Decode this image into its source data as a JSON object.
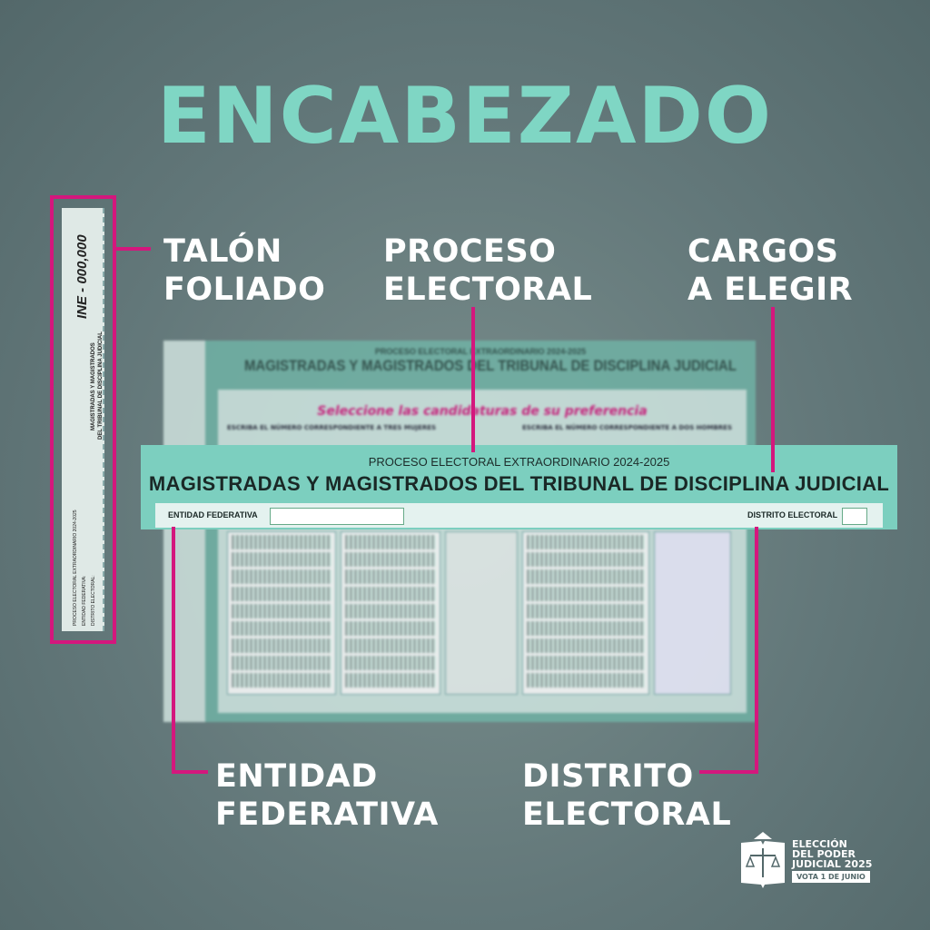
{
  "title": "ENCABEZADO",
  "labels": {
    "talon": [
      "TALÓN",
      "FOLIADO"
    ],
    "proceso": [
      "PROCESO",
      "ELECTORAL"
    ],
    "cargos": [
      "CARGOS",
      "A ELEGIR"
    ],
    "entidad": [
      "ENTIDAD",
      "FEDERATIVA"
    ],
    "distrito": [
      "DISTRITO",
      "ELECTORAL"
    ]
  },
  "talon": {
    "folio": "INE - 000,000",
    "cargo": [
      "MAGISTRADAS Y MAGISTRADOS",
      "DEL TRIBUNAL DE DISCIPLINA JUDICIAL"
    ],
    "proceso": "PROCESO ELECTORAL EXTRAORDINARIO 2024-2025",
    "entidad": "ENTIDAD FEDERATIVA:",
    "distrito": "DISTRITO ELECTORAL:"
  },
  "ballot": {
    "proceso": "PROCESO ELECTORAL EXTRAORDINARIO 2024-2025",
    "cargo": "MAGISTRADAS  Y MAGISTRADOS DEL TRIBUNAL DE DISCIPLINA JUDICIAL",
    "entidad_label": "ENTIDAD FEDERATIVA",
    "distrito_label": "DISTRITO ELECTORAL",
    "instruction": "Seleccione las candidaturas de su preferencia",
    "mujeres": "ESCRIBA EL NÚMERO CORRESPONDIENTE A TRES MUJERES",
    "hombres": "ESCRIBA EL NÚMERO CORRESPONDIENTE A DOS HOMBRES"
  },
  "logo": {
    "line1": "ELECCIÓN",
    "line2": "DEL PODER",
    "line3": "JUDICIAL 2025",
    "tagline": "VOTA 1 DE JUNIO"
  },
  "colors": {
    "accent": "#d4177d",
    "title": "#7fd6c4",
    "ballot": "#7ccfbf"
  }
}
